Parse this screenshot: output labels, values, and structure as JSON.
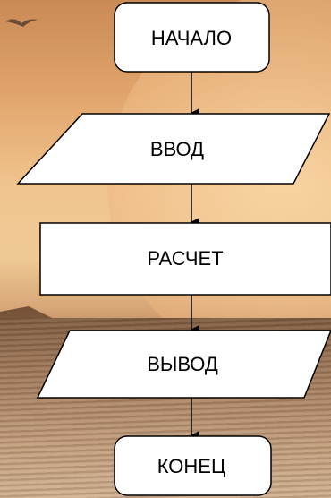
{
  "flowchart": {
    "start": "НАЧАЛО",
    "input": "ВВОД",
    "process": "РАСЧЕТ",
    "output": "ВЫВОД",
    "end": "КОНЕЦ"
  },
  "colors": {
    "shape_fill": "#ffffff",
    "stroke": "#000000"
  }
}
